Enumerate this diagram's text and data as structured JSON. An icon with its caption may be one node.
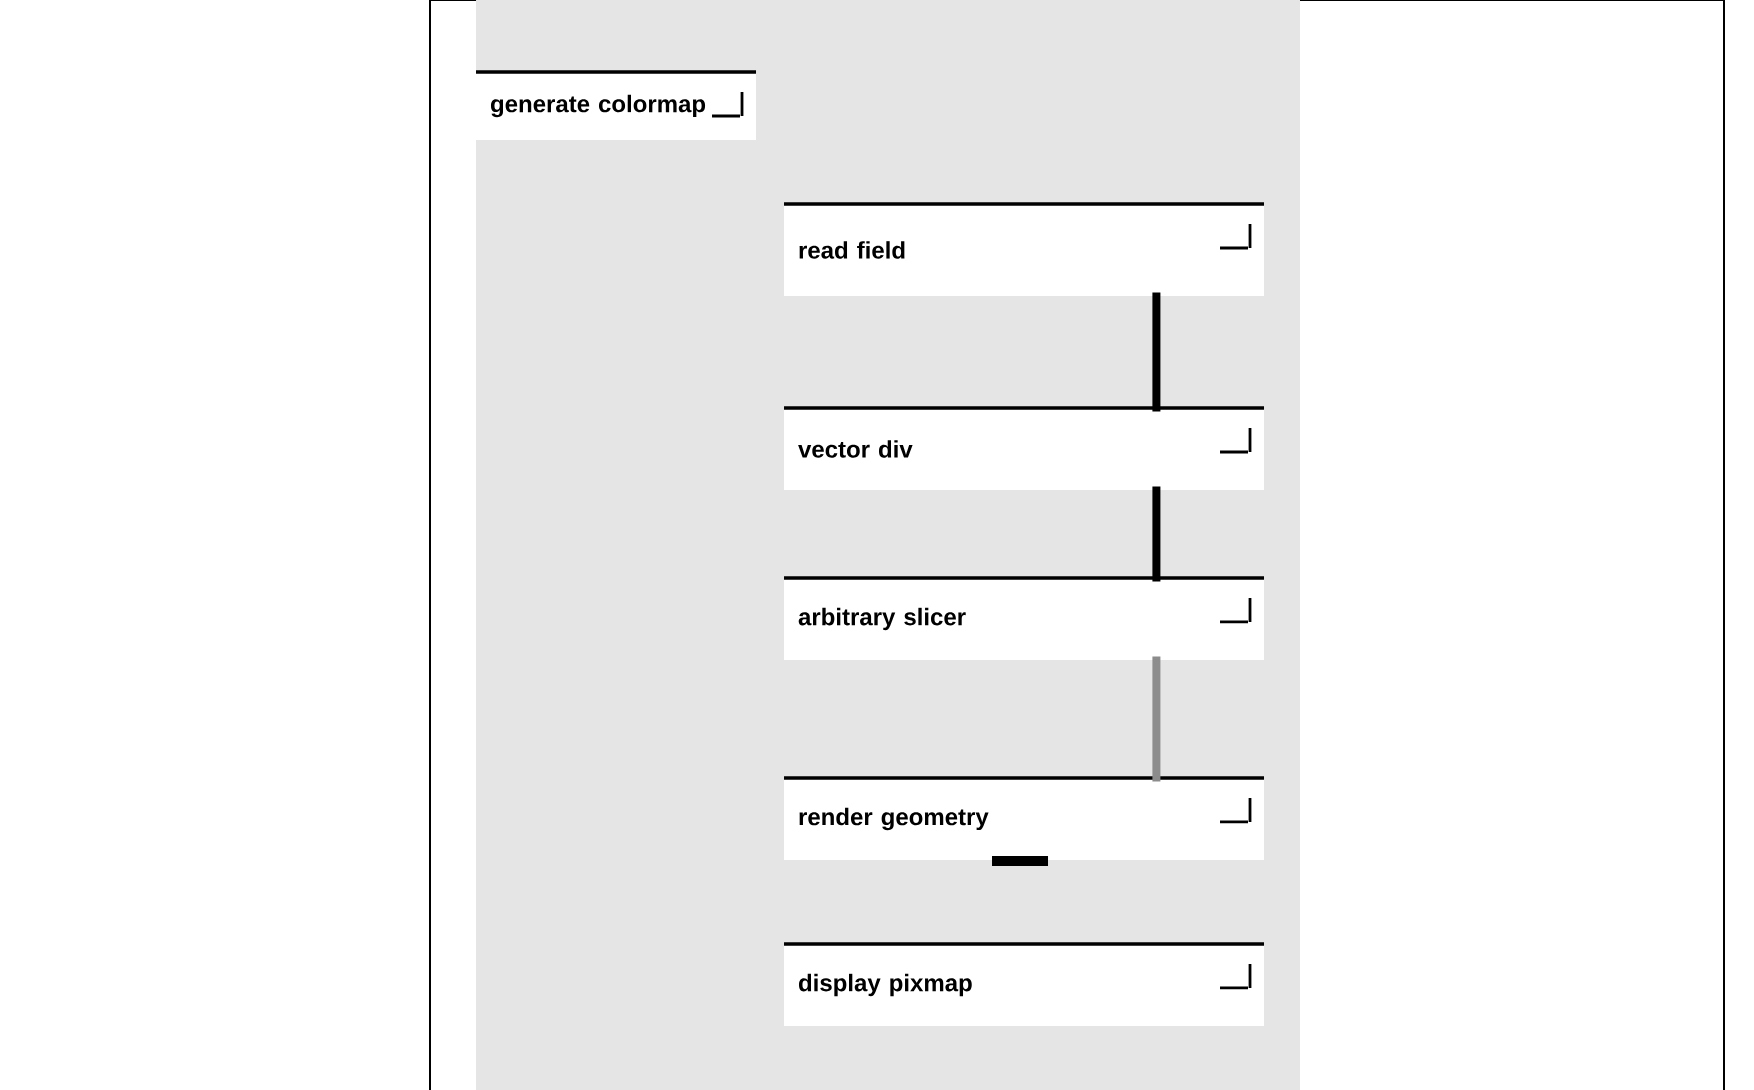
{
  "diagram": {
    "nodes": [
      {
        "text": [
          "generate colormap"
        ]
      },
      {
        "text": [
          "read field"
        ]
      },
      {
        "text": [
          "vector div"
        ]
      },
      {
        "text": [
          "arbitrary slicer"
        ]
      },
      {
        "text": [
          "render geometry"
        ]
      },
      {
        "text": [
          "display pixmap"
        ]
      }
    ],
    "edges": [
      {
        "from": 1,
        "to": 2,
        "arrow": "none"
      },
      {
        "from": 2,
        "to": 3,
        "arrow": "none"
      },
      {
        "from": 3,
        "to": 4,
        "arrow": "none",
        "color": "#8c8c8c"
      }
    ]
  }
}
